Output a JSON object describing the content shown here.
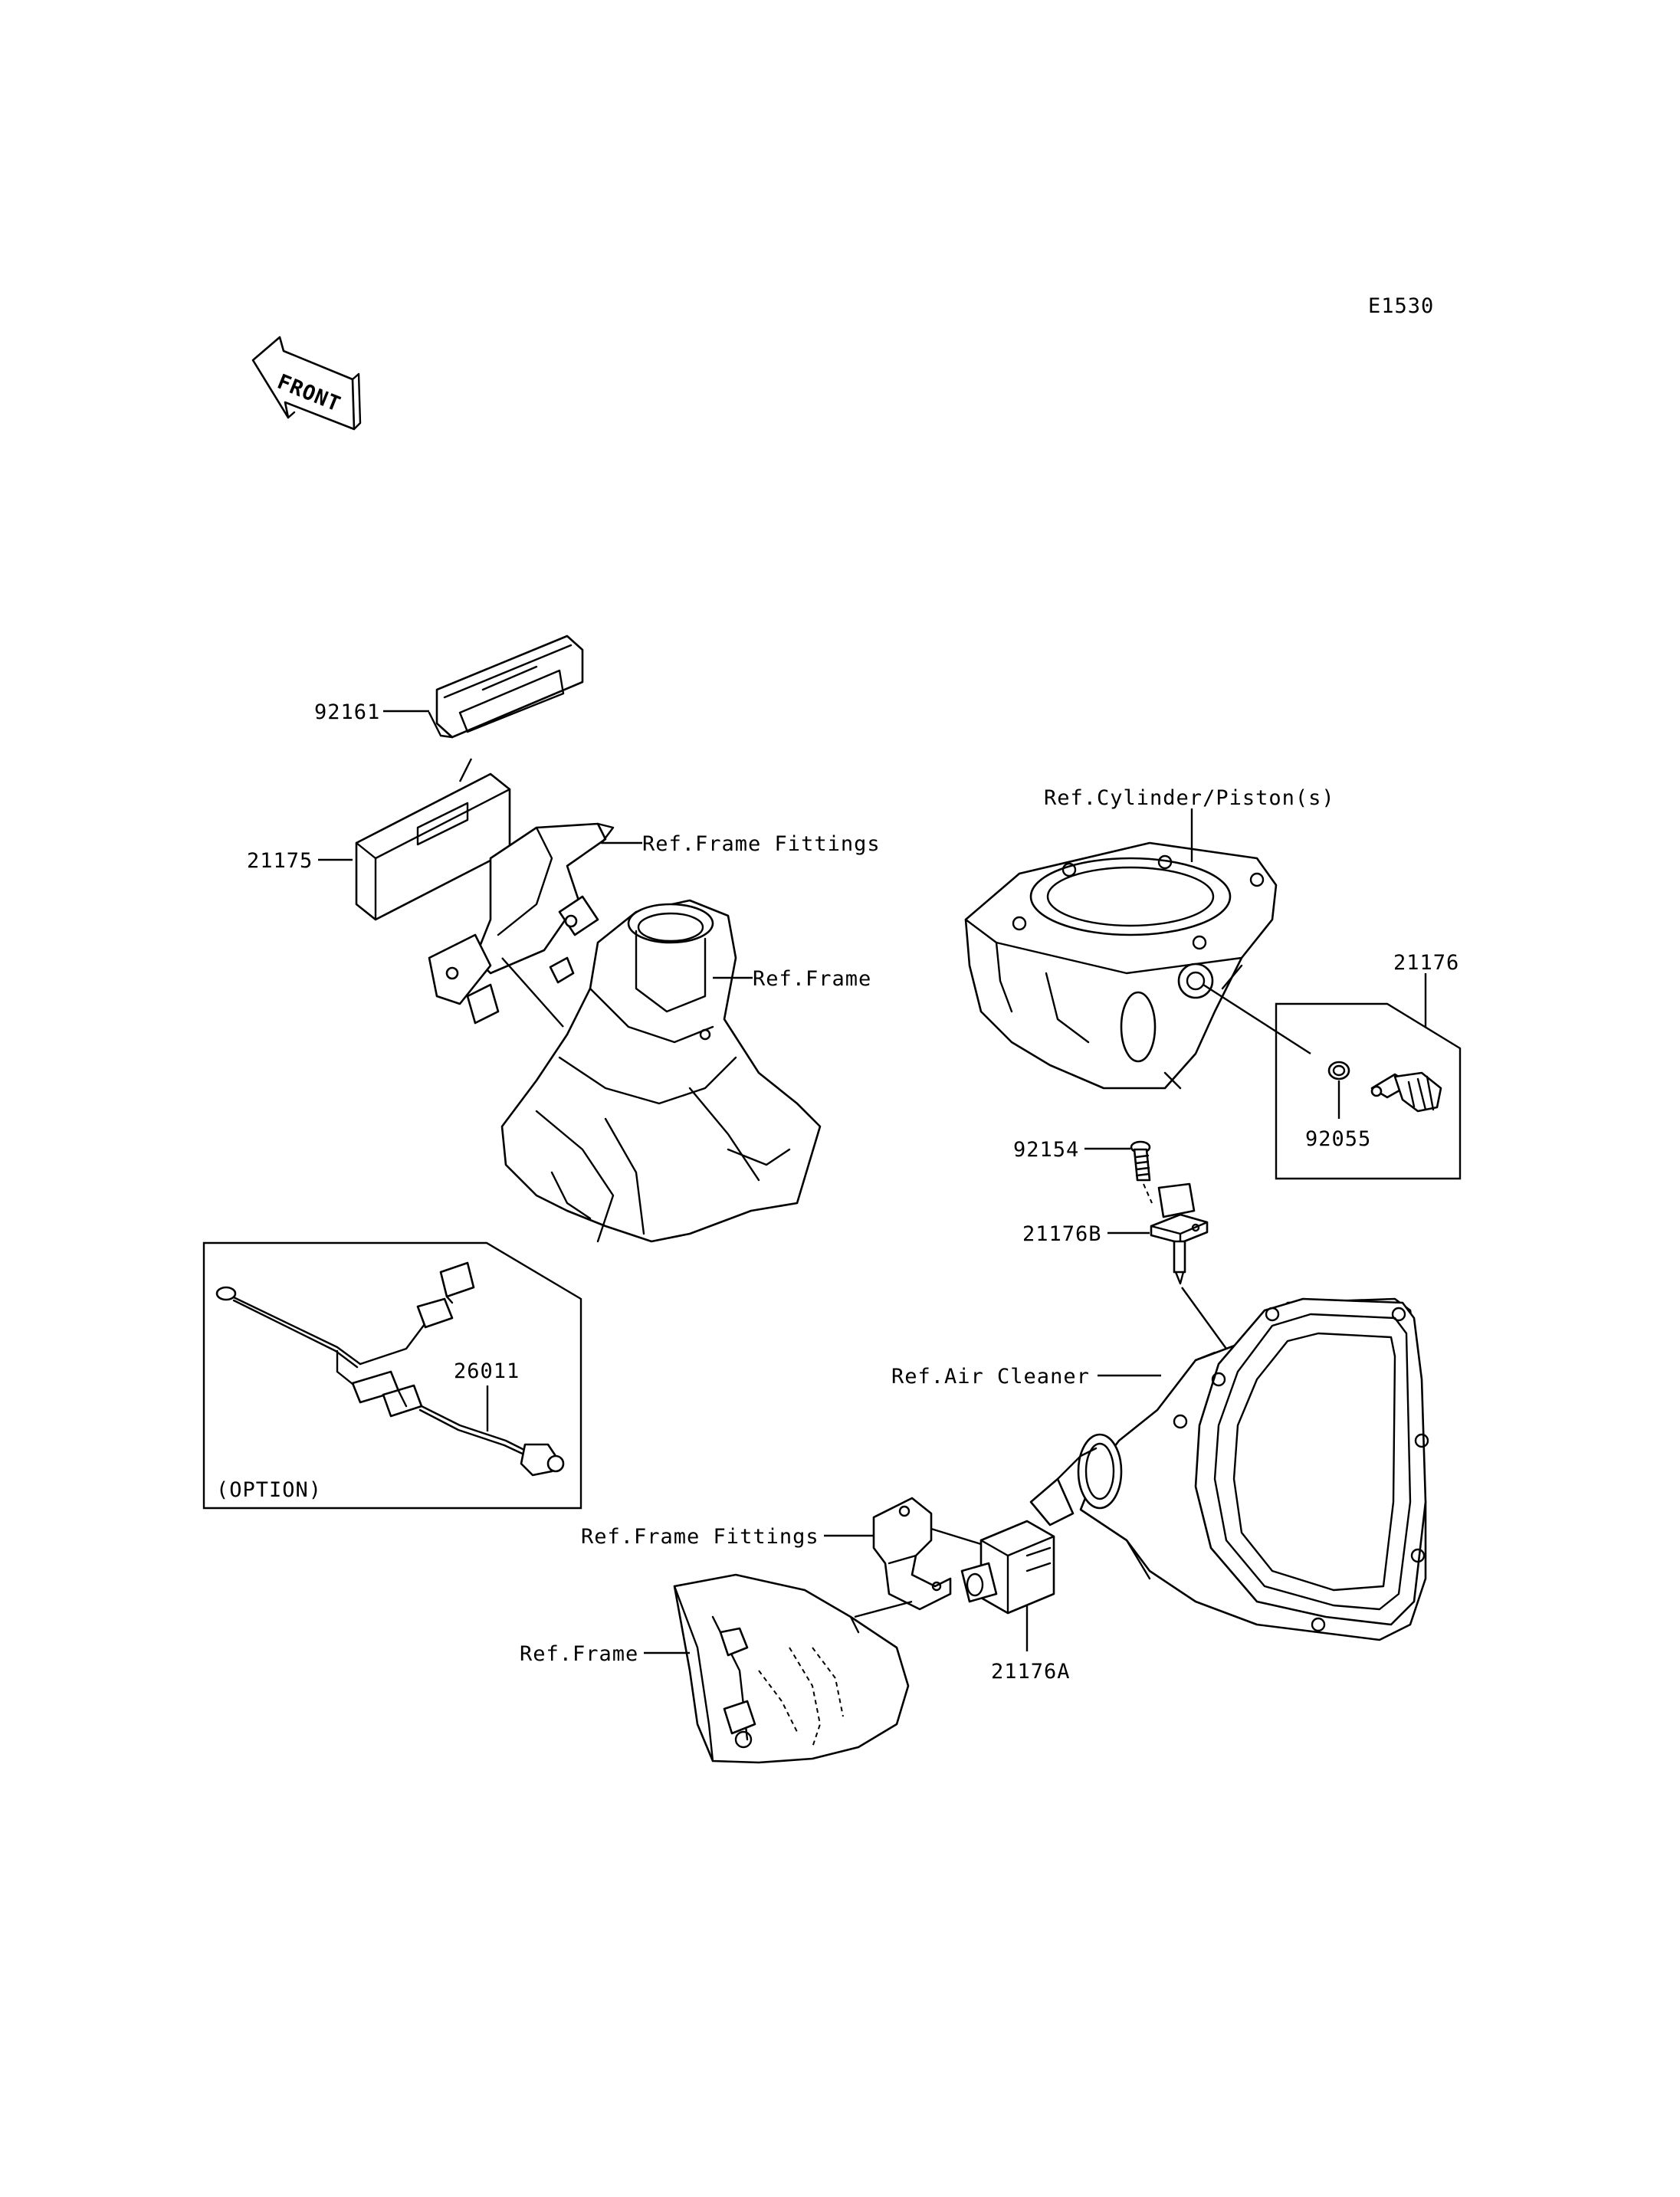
{
  "diagram_id": "E1530",
  "front_badge": "FRONT",
  "labels": {
    "p92161": "92161",
    "p21175": "21175",
    "ref_frame_fittings_top": "Ref.Frame Fittings",
    "ref_frame_top": "Ref.Frame",
    "ref_cylinder": "Ref.Cylinder/Piston(s)",
    "p21176": "21176",
    "p92055": "92055",
    "p92154": "92154",
    "p21176B": "21176B",
    "ref_air_cleaner": "Ref.Air Cleaner",
    "p26011": "26011",
    "option": "(OPTION)",
    "ref_frame_fittings_bottom": "Ref.Frame Fittings",
    "ref_frame_bottom": "Ref.Frame",
    "p21176A": "21176A"
  }
}
